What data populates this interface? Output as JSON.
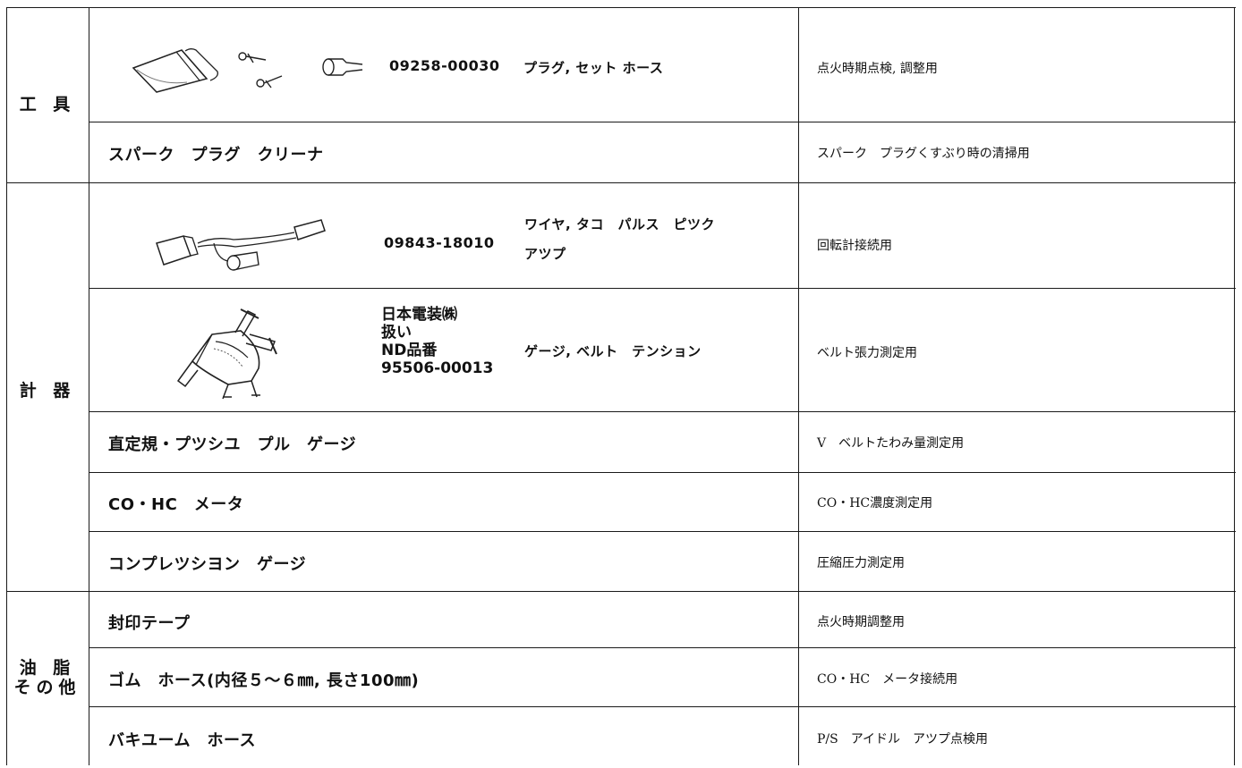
{
  "categories": [
    {
      "id": "tools",
      "label": "工 具"
    },
    {
      "id": "instruments",
      "label": "計 器"
    },
    {
      "id": "oils",
      "label": "油 脂\nその他"
    }
  ],
  "rows": {
    "plug_set_hose": {
      "part_no": "09258-00030",
      "name": "プラグ, セット ホース",
      "use": "点火時期点検, 調整用",
      "illustration": "plug-set-hose-illustration"
    },
    "spark_plug_cleaner": {
      "name": "スパーク　プラグ　クリーナ",
      "use": "スパーク　プラグくすぶり時の清掃用"
    },
    "tacho_wire": {
      "part_no": "09843-18010",
      "name_line1": "ワイヤ, タコ　パルス　ピツク",
      "name_line2": "アツプ",
      "use": "回転計接続用",
      "illustration": "tacho-pulse-wire-illustration"
    },
    "belt_gauge": {
      "maker": "日本電装㈱\n扱い\nND品番\n95506-00013",
      "name": "ゲージ, ベルト　テンション",
      "use": "ベルト張力測定用",
      "illustration": "belt-tension-gauge-illustration"
    },
    "ruler_pull_gauge": {
      "name": "直定規・プツシユ　プル　ゲージ",
      "use": "V　ベルトたわみ量測定用"
    },
    "co_hc_meter": {
      "name": "CO・HC　メータ",
      "use": "CO・HC濃度測定用"
    },
    "compression_gauge": {
      "name": "コンプレツシヨン　ゲージ",
      "use": "圧縮圧力測定用"
    },
    "seal_tape": {
      "name": "封印テープ",
      "use": "点火時期調整用"
    },
    "rubber_hose": {
      "name": "ゴム　ホース(内径５～６㎜,  長さ100㎜)",
      "use": "CO・HC　メータ接続用"
    },
    "vacuum_hose": {
      "name": "バキユーム　ホース",
      "use": "P/S　アイドル　アツプ点検用"
    }
  }
}
